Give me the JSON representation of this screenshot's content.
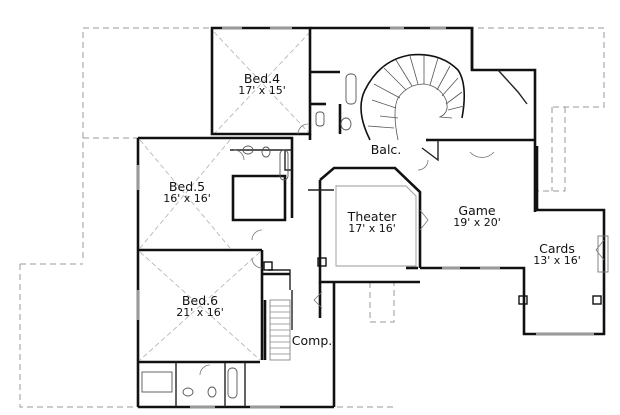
{
  "plan": {
    "type": "second-floor-plan",
    "colors": {
      "wall": "#111111",
      "dashed": "#999999",
      "fixture": "#777777",
      "background": "#ffffff"
    }
  },
  "rooms": [
    {
      "id": "bed4",
      "name": "Bed.4",
      "dim": "17' x 15'"
    },
    {
      "id": "bed5",
      "name": "Bed.5",
      "dim": "16' x 16'"
    },
    {
      "id": "bed6",
      "name": "Bed.6",
      "dim": "21' x 16'"
    },
    {
      "id": "theater",
      "name": "Theater",
      "dim": "17' x 16'"
    },
    {
      "id": "game",
      "name": "Game",
      "dim": "19' x 20'"
    },
    {
      "id": "cards",
      "name": "Cards",
      "dim": "13' x 16'"
    },
    {
      "id": "balc",
      "name": "Balc.",
      "dim": ""
    },
    {
      "id": "comp",
      "name": "Comp.",
      "dim": ""
    }
  ]
}
